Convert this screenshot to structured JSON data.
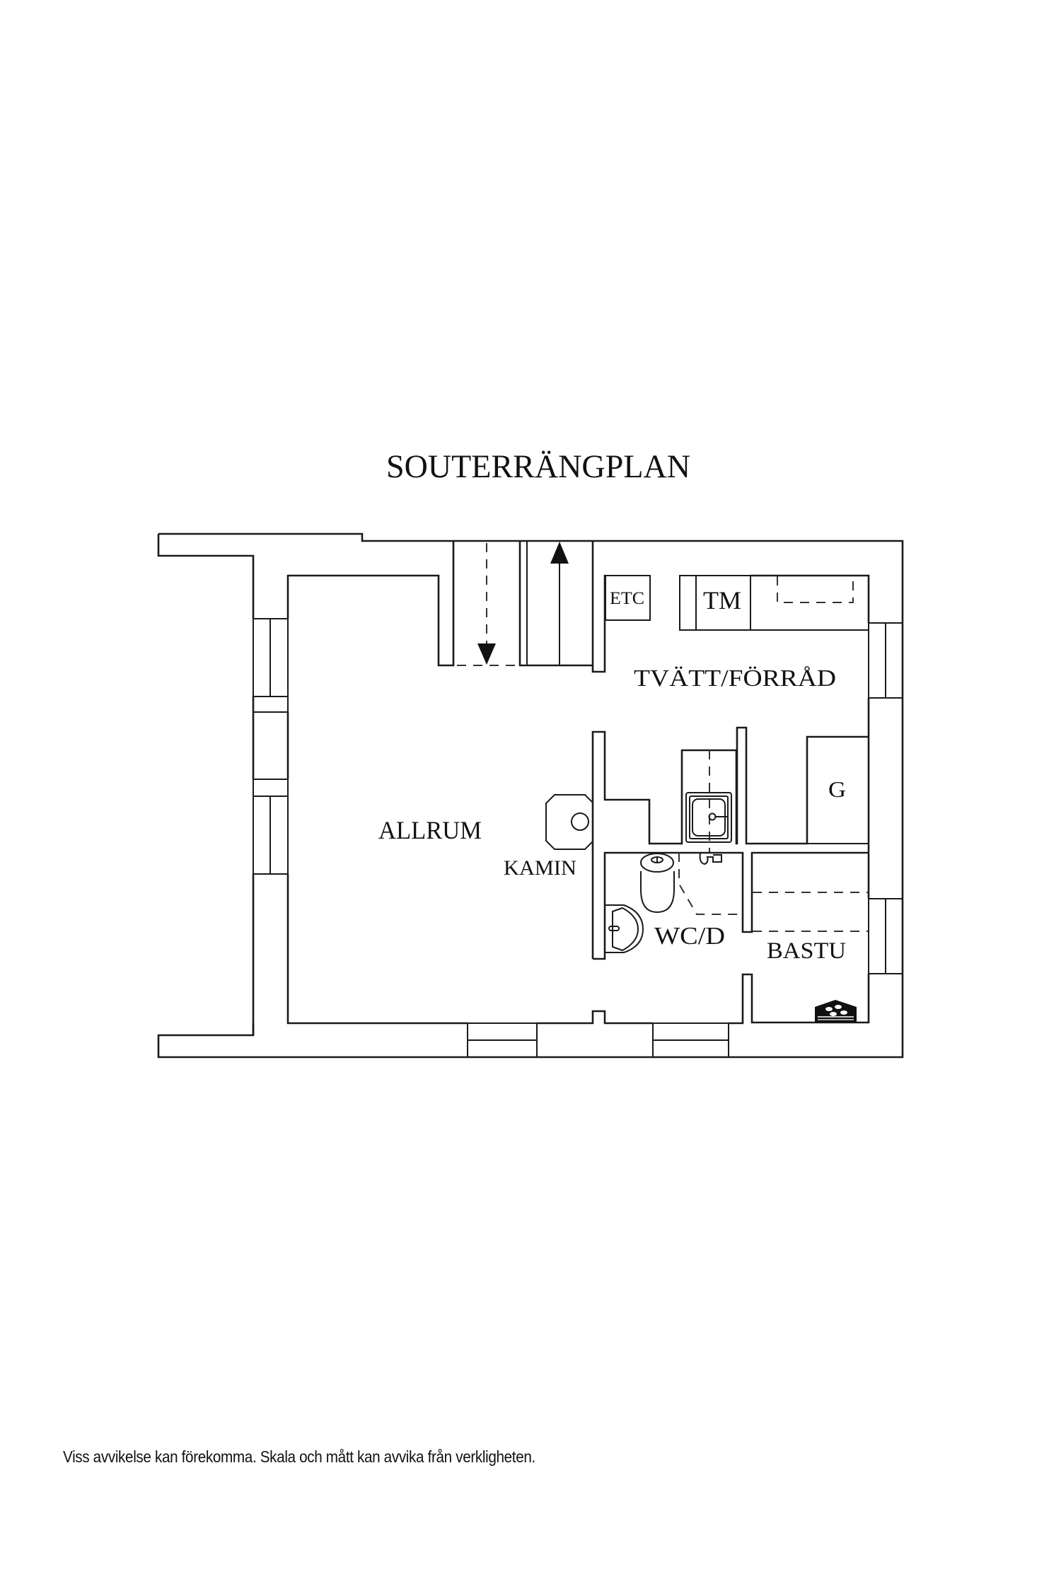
{
  "plan": {
    "title": "SOUTERRÄNGPLAN",
    "rooms": [
      {
        "id": "allrum",
        "label": "ALLRUM"
      },
      {
        "id": "kamin",
        "label": "KAMIN"
      },
      {
        "id": "tvatt-forrad",
        "label": "TVÄTT/FÖRRÅD"
      },
      {
        "id": "etc",
        "label": "ETC"
      },
      {
        "id": "tm",
        "label": "TM"
      },
      {
        "id": "g",
        "label": "G"
      },
      {
        "id": "wc-d",
        "label": "WC/D"
      },
      {
        "id": "bastu",
        "label": "BASTU"
      }
    ],
    "symbols": {
      "stair_down_arrow": "arrow-down",
      "stair_up_arrow": "arrow-up",
      "fireplace": "fireplace-icon",
      "laundry_sink": "sink-icon",
      "toilet": "toilet-icon",
      "washbasin": "washbasin-icon",
      "shower_mixer": "shower-mixer-icon",
      "sauna_heater": "sauna-heater-icon"
    },
    "colors": {
      "line": "#1a1a1a",
      "background": "#ffffff"
    }
  },
  "footer": {
    "disclaimer": "Viss avvikelse kan förekomma. Skala och mått kan avvika från verkligheten."
  }
}
